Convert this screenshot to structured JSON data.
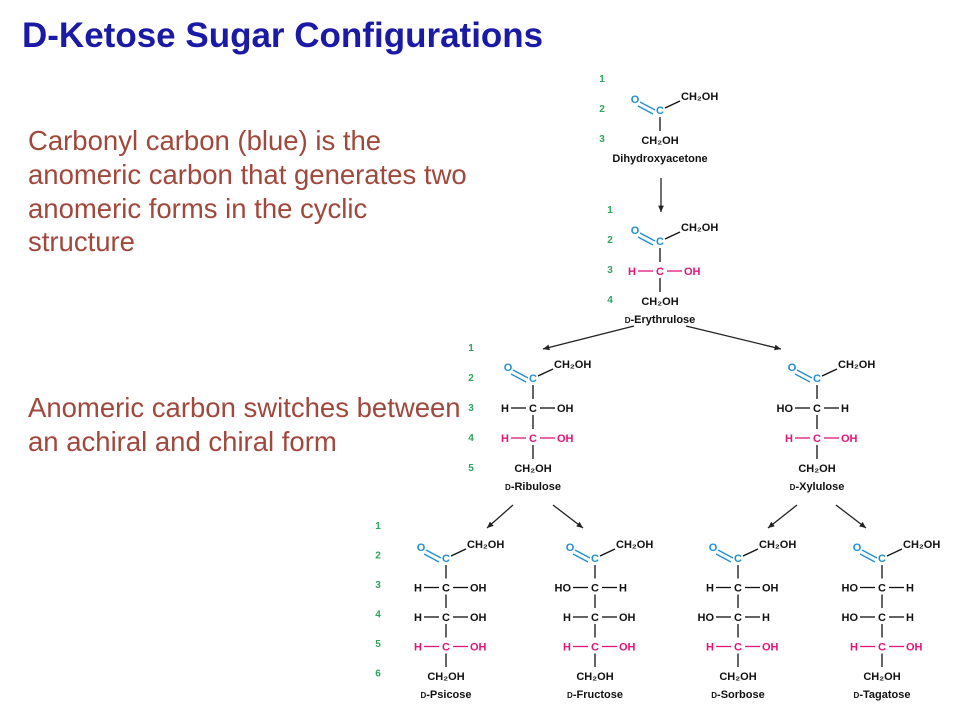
{
  "title": "D-Ketose Sugar Configurations",
  "paragraphs": [
    "Carbonyl carbon (blue) is the anomeric carbon that generates two anomeric forms in the cyclic structure",
    "Anomeric carbon switches between an achiral and chiral form"
  ],
  "colors": {
    "title": "#1a1aa6",
    "text": "#a0483c",
    "blue": "#1f8fd0",
    "pink": "#e0157a",
    "green": "#2fa35f",
    "black": "#111111"
  },
  "labels": {
    "carbonyl_o": "O",
    "carbon": "C",
    "ch2oh": "CH₂OH",
    "h": "H",
    "oh": "OH",
    "ho": "HO"
  },
  "structures": [
    {
      "name": "Dihydroxyacetone",
      "d_prefix": false,
      "rows": []
    },
    {
      "name": "Erythrulose",
      "d_prefix": true,
      "rows": [
        "R"
      ]
    },
    {
      "name": "Ribulose",
      "d_prefix": true,
      "rows": [
        "R",
        "R"
      ]
    },
    {
      "name": "Xylulose",
      "d_prefix": true,
      "rows": [
        "L",
        "R"
      ]
    },
    {
      "name": "Psicose",
      "d_prefix": true,
      "rows": [
        "R",
        "R",
        "R"
      ]
    },
    {
      "name": "Fructose",
      "d_prefix": true,
      "rows": [
        "L",
        "R",
        "R"
      ]
    },
    {
      "name": "Sorbose",
      "d_prefix": true,
      "rows": [
        "R",
        "L",
        "R"
      ]
    },
    {
      "name": "Tagatose",
      "d_prefix": true,
      "rows": [
        "L",
        "L",
        "R"
      ]
    }
  ],
  "number_columns": [
    [
      "1",
      "2",
      "3"
    ],
    [
      "1",
      "2",
      "3",
      "4"
    ],
    [
      "1",
      "2",
      "3",
      "4",
      "5"
    ],
    [
      "1",
      "2",
      "3",
      "4",
      "5",
      "6"
    ]
  ]
}
